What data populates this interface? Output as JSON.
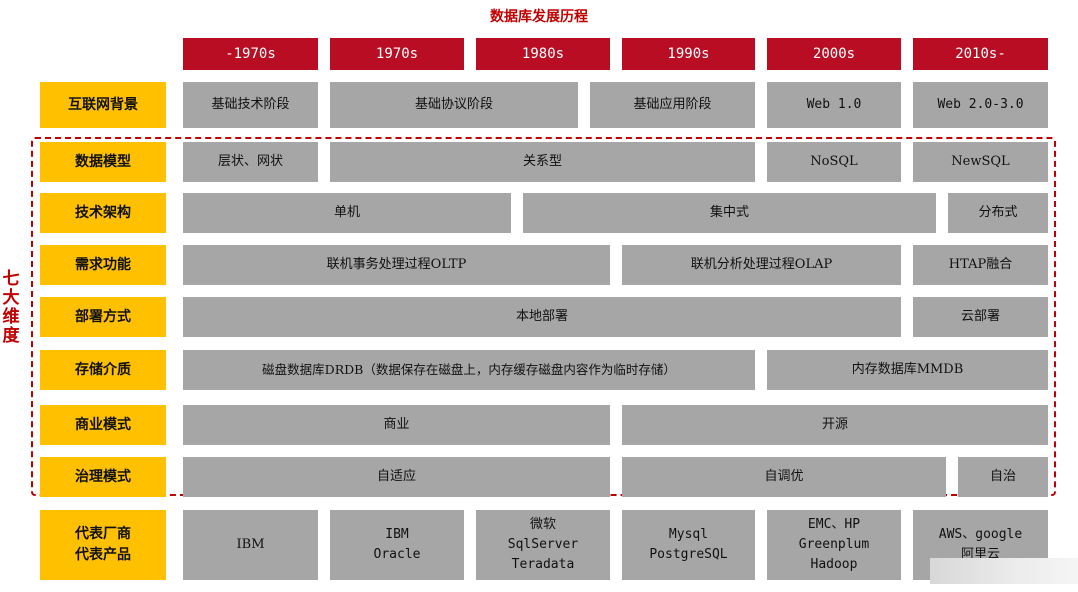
{
  "title": "数据库发展历程",
  "side_label": "七\n大\n维\n度",
  "eras": [
    "-1970s",
    "1970s",
    "1980s",
    "1990s",
    "2000s",
    "2010s-"
  ],
  "rows": {
    "internet": {
      "label": "互联网背景",
      "cells": [
        "基础技术阶段",
        "基础协议阶段",
        "基础应用阶段",
        "Web 1.0",
        "Web 2.0-3.0"
      ]
    },
    "data_model": {
      "label": "数据模型",
      "cells": [
        "层状、网状",
        "关系型",
        "NoSQL",
        "NewSQL"
      ]
    },
    "architecture": {
      "label": "技术架构",
      "cells": [
        "单机",
        "集中式",
        "分布式"
      ]
    },
    "demand": {
      "label": "需求功能",
      "cells": [
        "联机事务处理过程OLTP",
        "联机分析处理过程OLAP",
        "HTAP融合"
      ]
    },
    "deployment": {
      "label": "部署方式",
      "cells": [
        "本地部署",
        "云部署"
      ]
    },
    "storage": {
      "label": "存储介质",
      "cells": [
        "磁盘数据库DRDB（数据保存在磁盘上，内存缓存磁盘内容作为临时存储）",
        "内存数据库MMDB"
      ]
    },
    "business": {
      "label": "商业模式",
      "cells": [
        "商业",
        "开源"
      ]
    },
    "governance": {
      "label": "治理模式",
      "cells": [
        "自适应",
        "自调优",
        "自治"
      ]
    },
    "vendors": {
      "label": "代表厂商\n代表产品",
      "cells": [
        "IBM",
        "IBM\nOracle",
        "微软\nSqlServer\nTeradata",
        "Mysql\nPostgreSQL",
        "EMC、HP\nGreenplum\nHadoop",
        "AWS、google\n阿里云"
      ]
    }
  }
}
